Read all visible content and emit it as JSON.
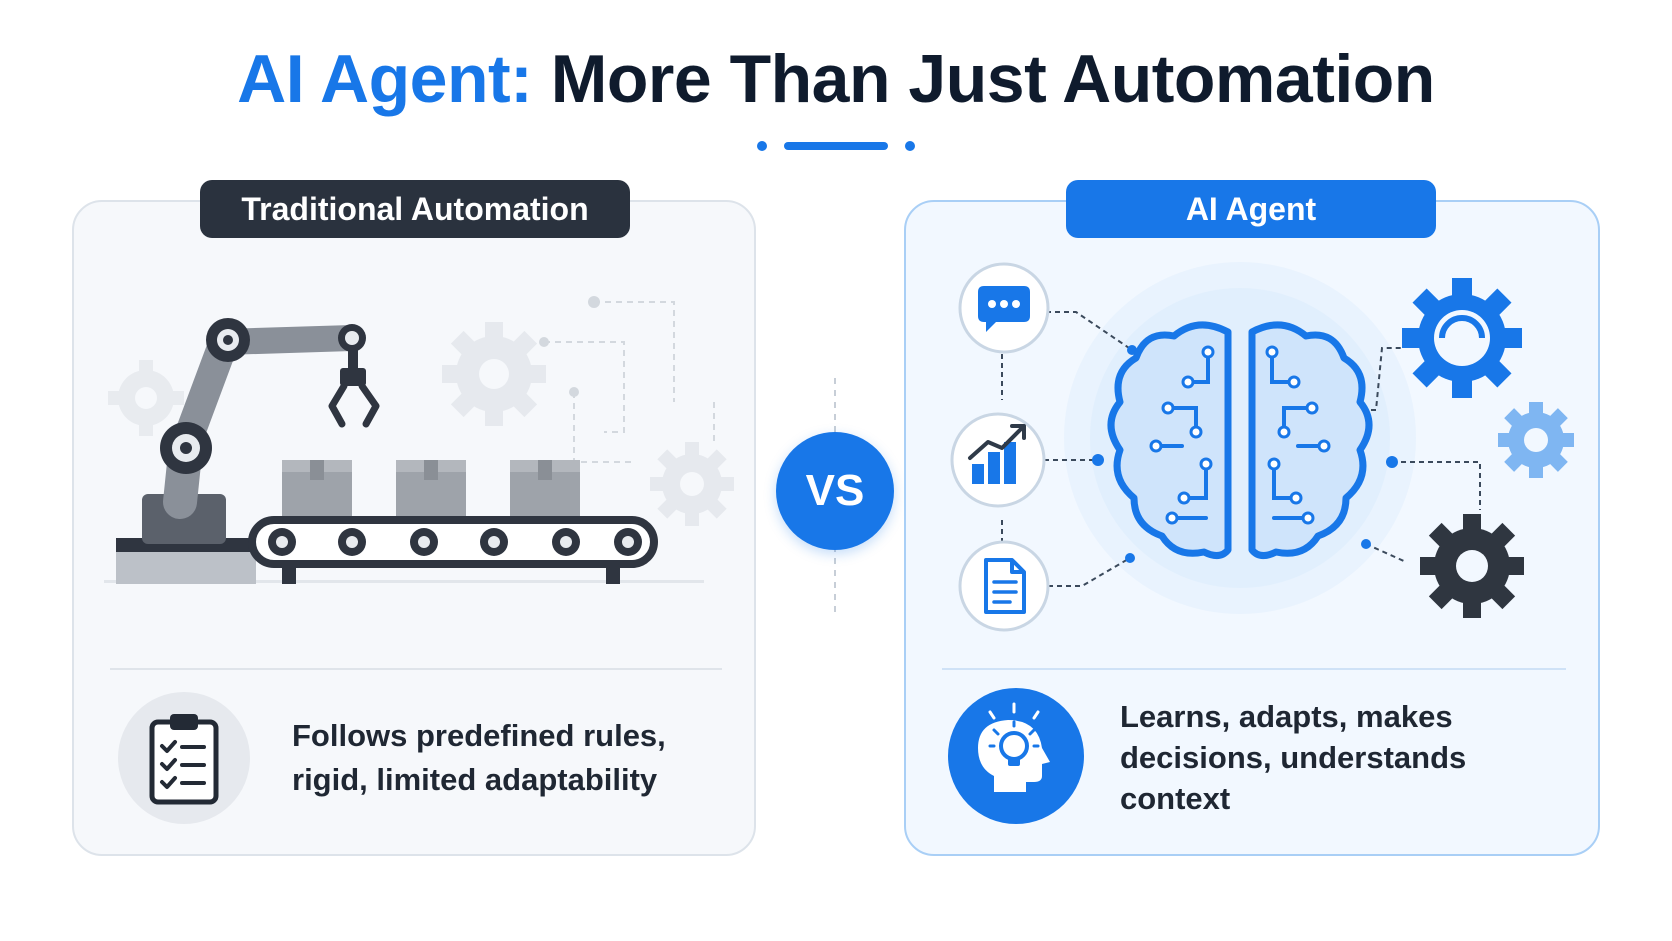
{
  "header": {
    "title_accent": "AI Agent:",
    "title_rest": " More Than Just Automation"
  },
  "left_panel": {
    "label": "Traditional Automation",
    "description": "Follows predefined rules, rigid, limited adaptability",
    "illustration_icons": [
      "robot-arm-icon",
      "conveyor-belt-icon",
      "box-icon",
      "gear-icon"
    ],
    "description_icon": "clipboard-checklist-icon"
  },
  "right_panel": {
    "label": "AI Agent",
    "description": "Learns, adapts, makes decisions, understands context",
    "illustration_icons": [
      "chat-bubble-icon",
      "bar-chart-icon",
      "document-icon",
      "brain-circuit-icon",
      "gear-icon"
    ],
    "description_icon": "head-lightbulb-icon"
  },
  "vs_label": "VS",
  "colors": {
    "accent": "#1877e8",
    "dark": "#0f1b2d",
    "left_pill": "#2a323e",
    "machinery": "#8a9099",
    "light_blue": "#7fb6f2"
  }
}
